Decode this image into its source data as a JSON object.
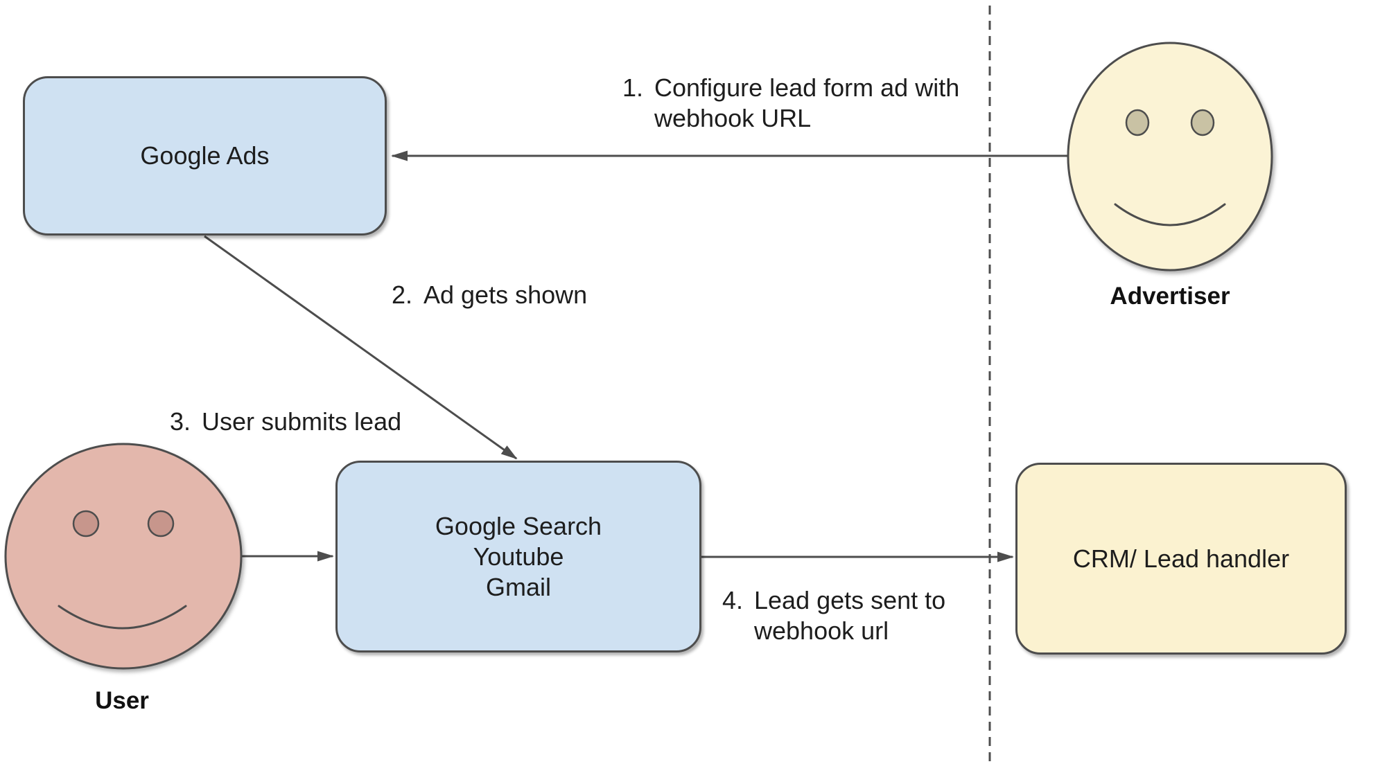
{
  "nodes": {
    "google_ads": {
      "label": "Google Ads"
    },
    "google_surfaces": {
      "line1": "Google Search",
      "line2": "Youtube",
      "line3": "Gmail"
    },
    "crm": {
      "label": "CRM/ Lead handler"
    }
  },
  "actors": {
    "advertiser": {
      "label": "Advertiser"
    },
    "user": {
      "label": "User"
    }
  },
  "steps": {
    "s1": {
      "num": "1.",
      "line1": "Configure lead form ad with",
      "line2": "webhook URL"
    },
    "s2": {
      "num": "2.",
      "line1": "Ad gets shown"
    },
    "s3": {
      "num": "3.",
      "line1": "User submits lead"
    },
    "s4": {
      "num": "4.",
      "line1": "Lead gets sent to",
      "line2": "webhook url"
    }
  },
  "colors": {
    "node_blue": "#cfe1f2",
    "node_cream": "#fbf2d0",
    "advertiser_face": "#fbf3d5",
    "advertiser_eyes": "#c9c2a4",
    "user_face": "#e3b7ac",
    "user_eyes": "#c7968c",
    "stroke": "#4d4d4d",
    "text": "#1d1d1d"
  }
}
